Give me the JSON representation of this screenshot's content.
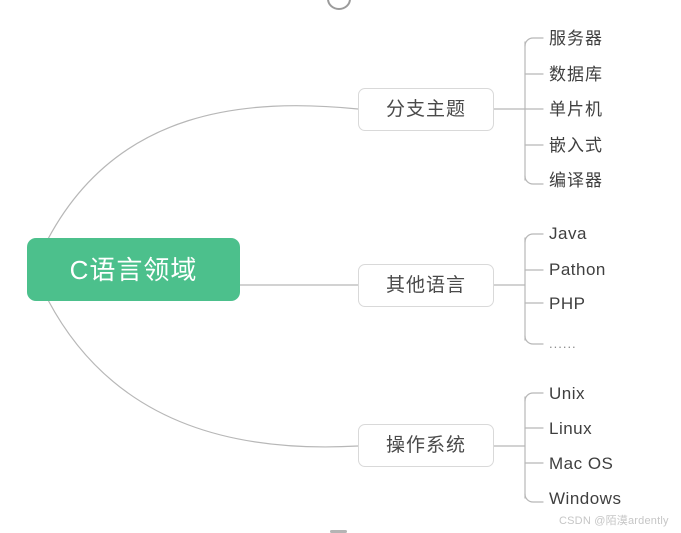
{
  "diagram": {
    "type": "mind-map",
    "root": {
      "label": "C语言领域",
      "color": "#4cc08c",
      "text_color": "#ffffff"
    },
    "branches": [
      {
        "label": "分支主题",
        "leaves": [
          {
            "label": "服务器",
            "script": "cjk"
          },
          {
            "label": "数据库",
            "script": "cjk"
          },
          {
            "label": "单片机",
            "script": "cjk"
          },
          {
            "label": "嵌入式",
            "script": "cjk"
          },
          {
            "label": "编译器",
            "script": "cjk"
          }
        ]
      },
      {
        "label": "其他语言",
        "leaves": [
          {
            "label": "Java",
            "script": "latin"
          },
          {
            "label": "Pathon",
            "script": "latin"
          },
          {
            "label": "PHP",
            "script": "latin"
          },
          {
            "label": "......",
            "script": "dots"
          }
        ]
      },
      {
        "label": "操作系统",
        "leaves": [
          {
            "label": "Unix",
            "script": "latin"
          },
          {
            "label": "Linux",
            "script": "latin"
          },
          {
            "label": "Mac OS",
            "script": "latin"
          },
          {
            "label": "Windows",
            "script": "latin"
          }
        ]
      }
    ],
    "line_color": "#b7b7b7",
    "branch_border_color": "#d9d9d9"
  },
  "watermark": {
    "text": "CSDN @陌漠ardently"
  }
}
